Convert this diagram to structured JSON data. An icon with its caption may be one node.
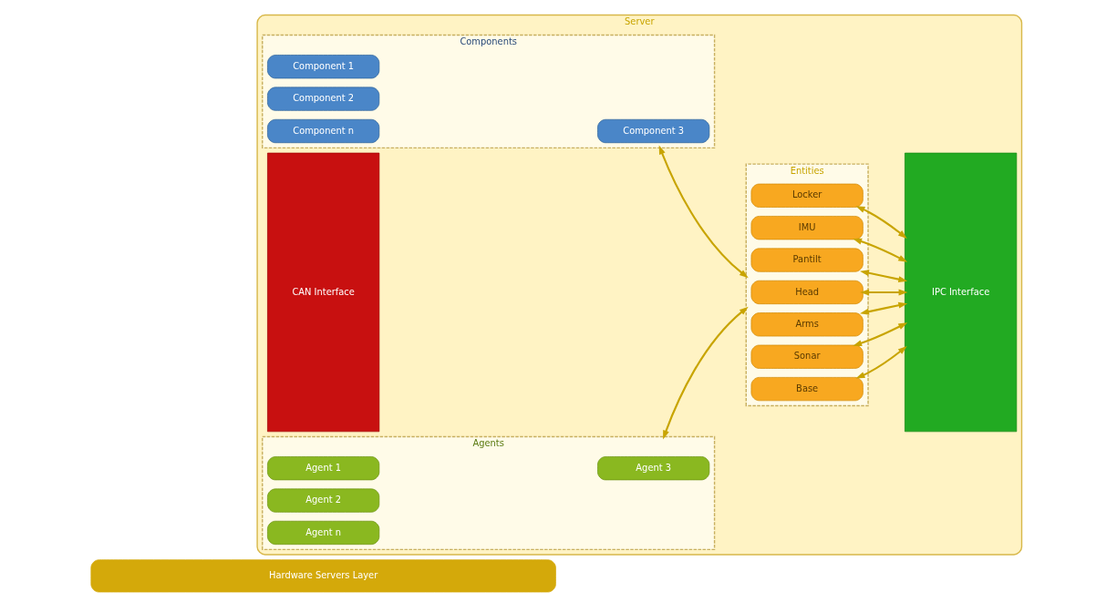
{
  "diagram": {
    "nodes": [
      {
        "text": [
          "Hardware Servers Layer"
        ]
      },
      {
        "text": [
          "Server"
        ]
      },
      {
        "text": [
          "CAN Interface"
        ],
        "in": 1
      },
      {
        "text": [
          "Agents"
        ],
        "in": 1
      },
      {
        "text": [
          "Agent 1"
        ],
        "in": 3
      },
      {
        "text": [
          "Agent 2"
        ],
        "in": 3
      },
      {
        "text": [
          "Agent 3"
        ],
        "in": 3
      },
      {
        "text": [
          "Agent n"
        ],
        "in": 3
      },
      {
        "text": [
          "Components"
        ],
        "in": 1
      },
      {
        "text": [
          "Component 1"
        ],
        "in": 8
      },
      {
        "text": [
          "Component 2"
        ],
        "in": 8
      },
      {
        "text": [
          "Component 3"
        ],
        "in": 8
      },
      {
        "text": [
          "Component n"
        ],
        "in": 8
      },
      {
        "text": [
          "Entities"
        ],
        "in": 1
      },
      {
        "text": [
          "Locker"
        ],
        "in": 13
      },
      {
        "text": [
          "IMU"
        ],
        "in": 13
      },
      {
        "text": [
          "Pantilt"
        ],
        "in": 13
      },
      {
        "text": [
          "Head"
        ],
        "in": 13
      },
      {
        "text": [
          "Arms"
        ],
        "in": 13
      },
      {
        "text": [
          "Sonar"
        ],
        "in": 13
      },
      {
        "text": [
          "Base"
        ],
        "in": 13
      },
      {
        "text": [
          "IPC Interface"
        ],
        "in": 1
      }
    ],
    "edges": [
      {
        "from": 3,
        "to": 13,
        "arrow": "both"
      },
      {
        "from": 8,
        "to": 13,
        "arrow": "both"
      },
      {
        "from": 14,
        "to": 21,
        "arrow": "both"
      },
      {
        "from": 15,
        "to": 21,
        "arrow": "both"
      },
      {
        "from": 16,
        "to": 21,
        "arrow": "both"
      },
      {
        "from": 17,
        "to": 21,
        "arrow": "both"
      },
      {
        "from": 18,
        "to": 21,
        "arrow": "both"
      },
      {
        "from": 19,
        "to": 21,
        "arrow": "both"
      },
      {
        "from": 20,
        "to": 21,
        "arrow": "both"
      }
    ]
  }
}
